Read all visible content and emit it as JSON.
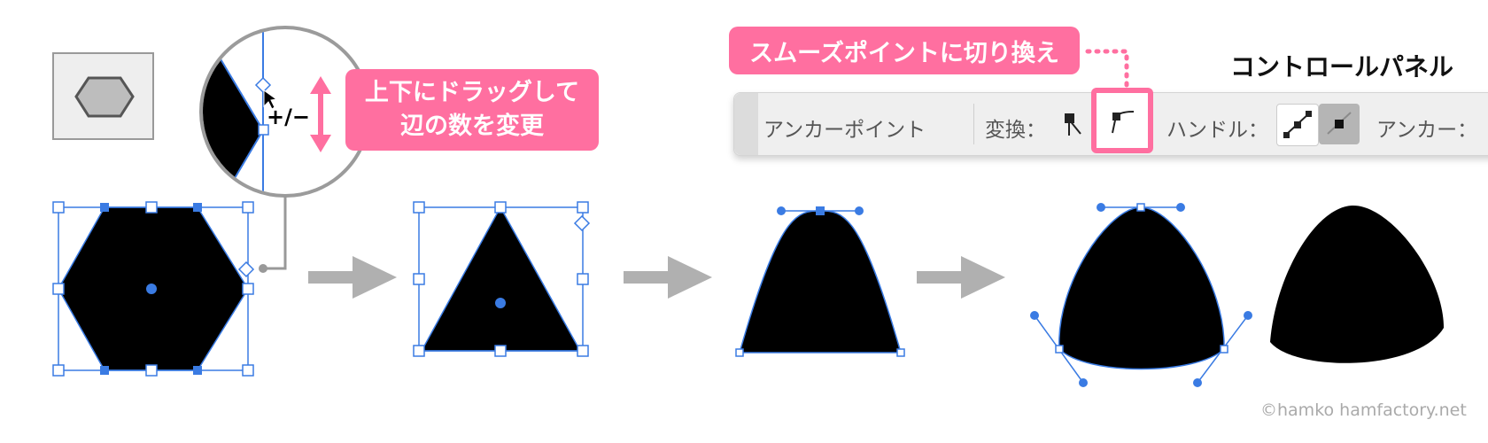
{
  "callouts": {
    "drag": {
      "line1": "上下にドラッグして",
      "line2": "辺の数を変更"
    },
    "smooth": "スムーズポイントに切り換え"
  },
  "control_panel": {
    "title": "コントロールパネル",
    "anchor_point_label": "アンカーポイント",
    "convert_label": "変換：",
    "handle_label": "ハンドル：",
    "anchor_label": "アンカー："
  },
  "magnifier": {
    "sides_symbol": "+/−"
  },
  "tools": {
    "polygon_tool_icon": "hexagon-icon"
  },
  "copyright": "©hamko  hamfactory.net",
  "colors": {
    "accent_pink": "#ff6fa0",
    "selection_blue": "#3a7be3",
    "arrow_gray": "#b0b0b0",
    "shape_fill": "#000000"
  }
}
